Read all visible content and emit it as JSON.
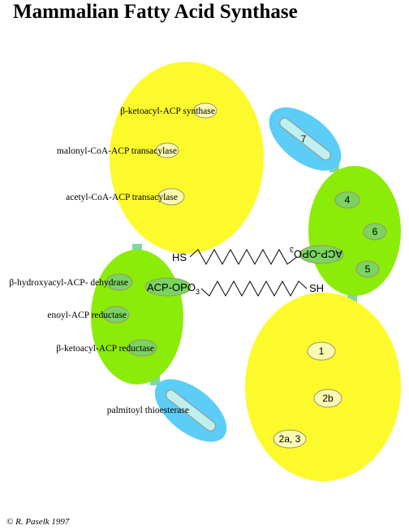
{
  "title": "Mammalian Fatty Acid Synthase",
  "copyright": "© R. Paselk 1997",
  "colors": {
    "yellow_domain": "#fdfa2c",
    "green_domain": "#8bec08",
    "blue_domain": "#5ccdf6",
    "site_yellow": "#fafab0",
    "site_green": "#7ad460",
    "stroke": "#a09070"
  },
  "left_monomer": {
    "labels": {
      "ks": "β-ketoacyl-ACP synthase",
      "mt": "malonyl-CoA-ACP transacylase",
      "at": "acetyl-CoA-ACP transacylase",
      "dh": "β-hydroxyacyl-ACP- dehydrase",
      "er": "enoyl-ACP reductase",
      "kr": "β-ketoacyl-ACP reductase",
      "te": "palmitoyl thioesterase"
    },
    "acp": {
      "group": "ACP-OPO",
      "subscript": "3",
      "thiol": "SH"
    }
  },
  "right_monomer": {
    "sites": {
      "te": "7",
      "dh": "4",
      "er": "6",
      "kr": "5",
      "ks": "1",
      "mt": "2b",
      "at": "2a, 3"
    },
    "acp": {
      "group": "ACP-OPO",
      "subscript": "3",
      "thiol": "HS"
    }
  }
}
